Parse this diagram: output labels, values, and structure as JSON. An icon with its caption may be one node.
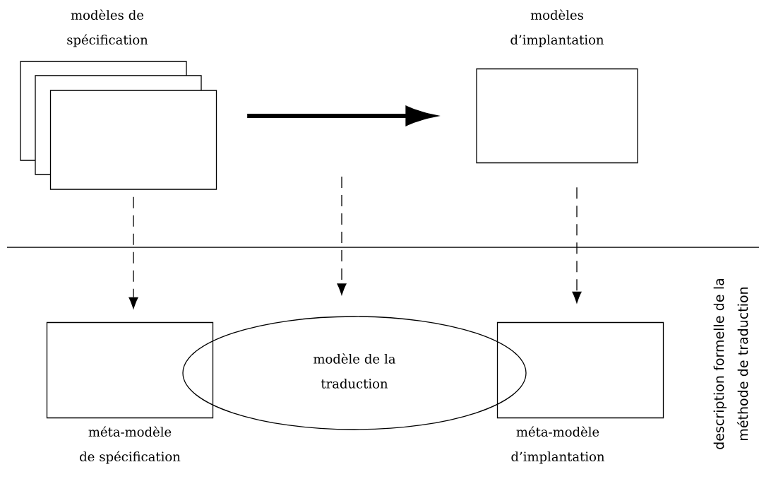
{
  "diagram": {
    "nodes": [
      {
        "text": [
          "modèles de spécification"
        ]
      },
      {
        "text": [
          "modèles d’implantation"
        ]
      },
      {
        "text": [
          "méta-modèle de spécification"
        ]
      },
      {
        "text": [
          "modèle de la traduction"
        ]
      },
      {
        "text": [
          "méta-modèle d’implantation"
        ]
      }
    ],
    "edges": [
      {
        "from": 0,
        "to": 1,
        "arrow": "to",
        "style": "thick"
      },
      {
        "from": 0,
        "to": 2,
        "arrow": "to",
        "style": "dashed"
      },
      {
        "from": null,
        "to": 3,
        "arrow": "to",
        "style": "dashed"
      },
      {
        "from": 1,
        "to": 4,
        "arrow": "to",
        "style": "dashed"
      }
    ],
    "labels": [
      "description formelle de la méthode de traduction"
    ]
  }
}
